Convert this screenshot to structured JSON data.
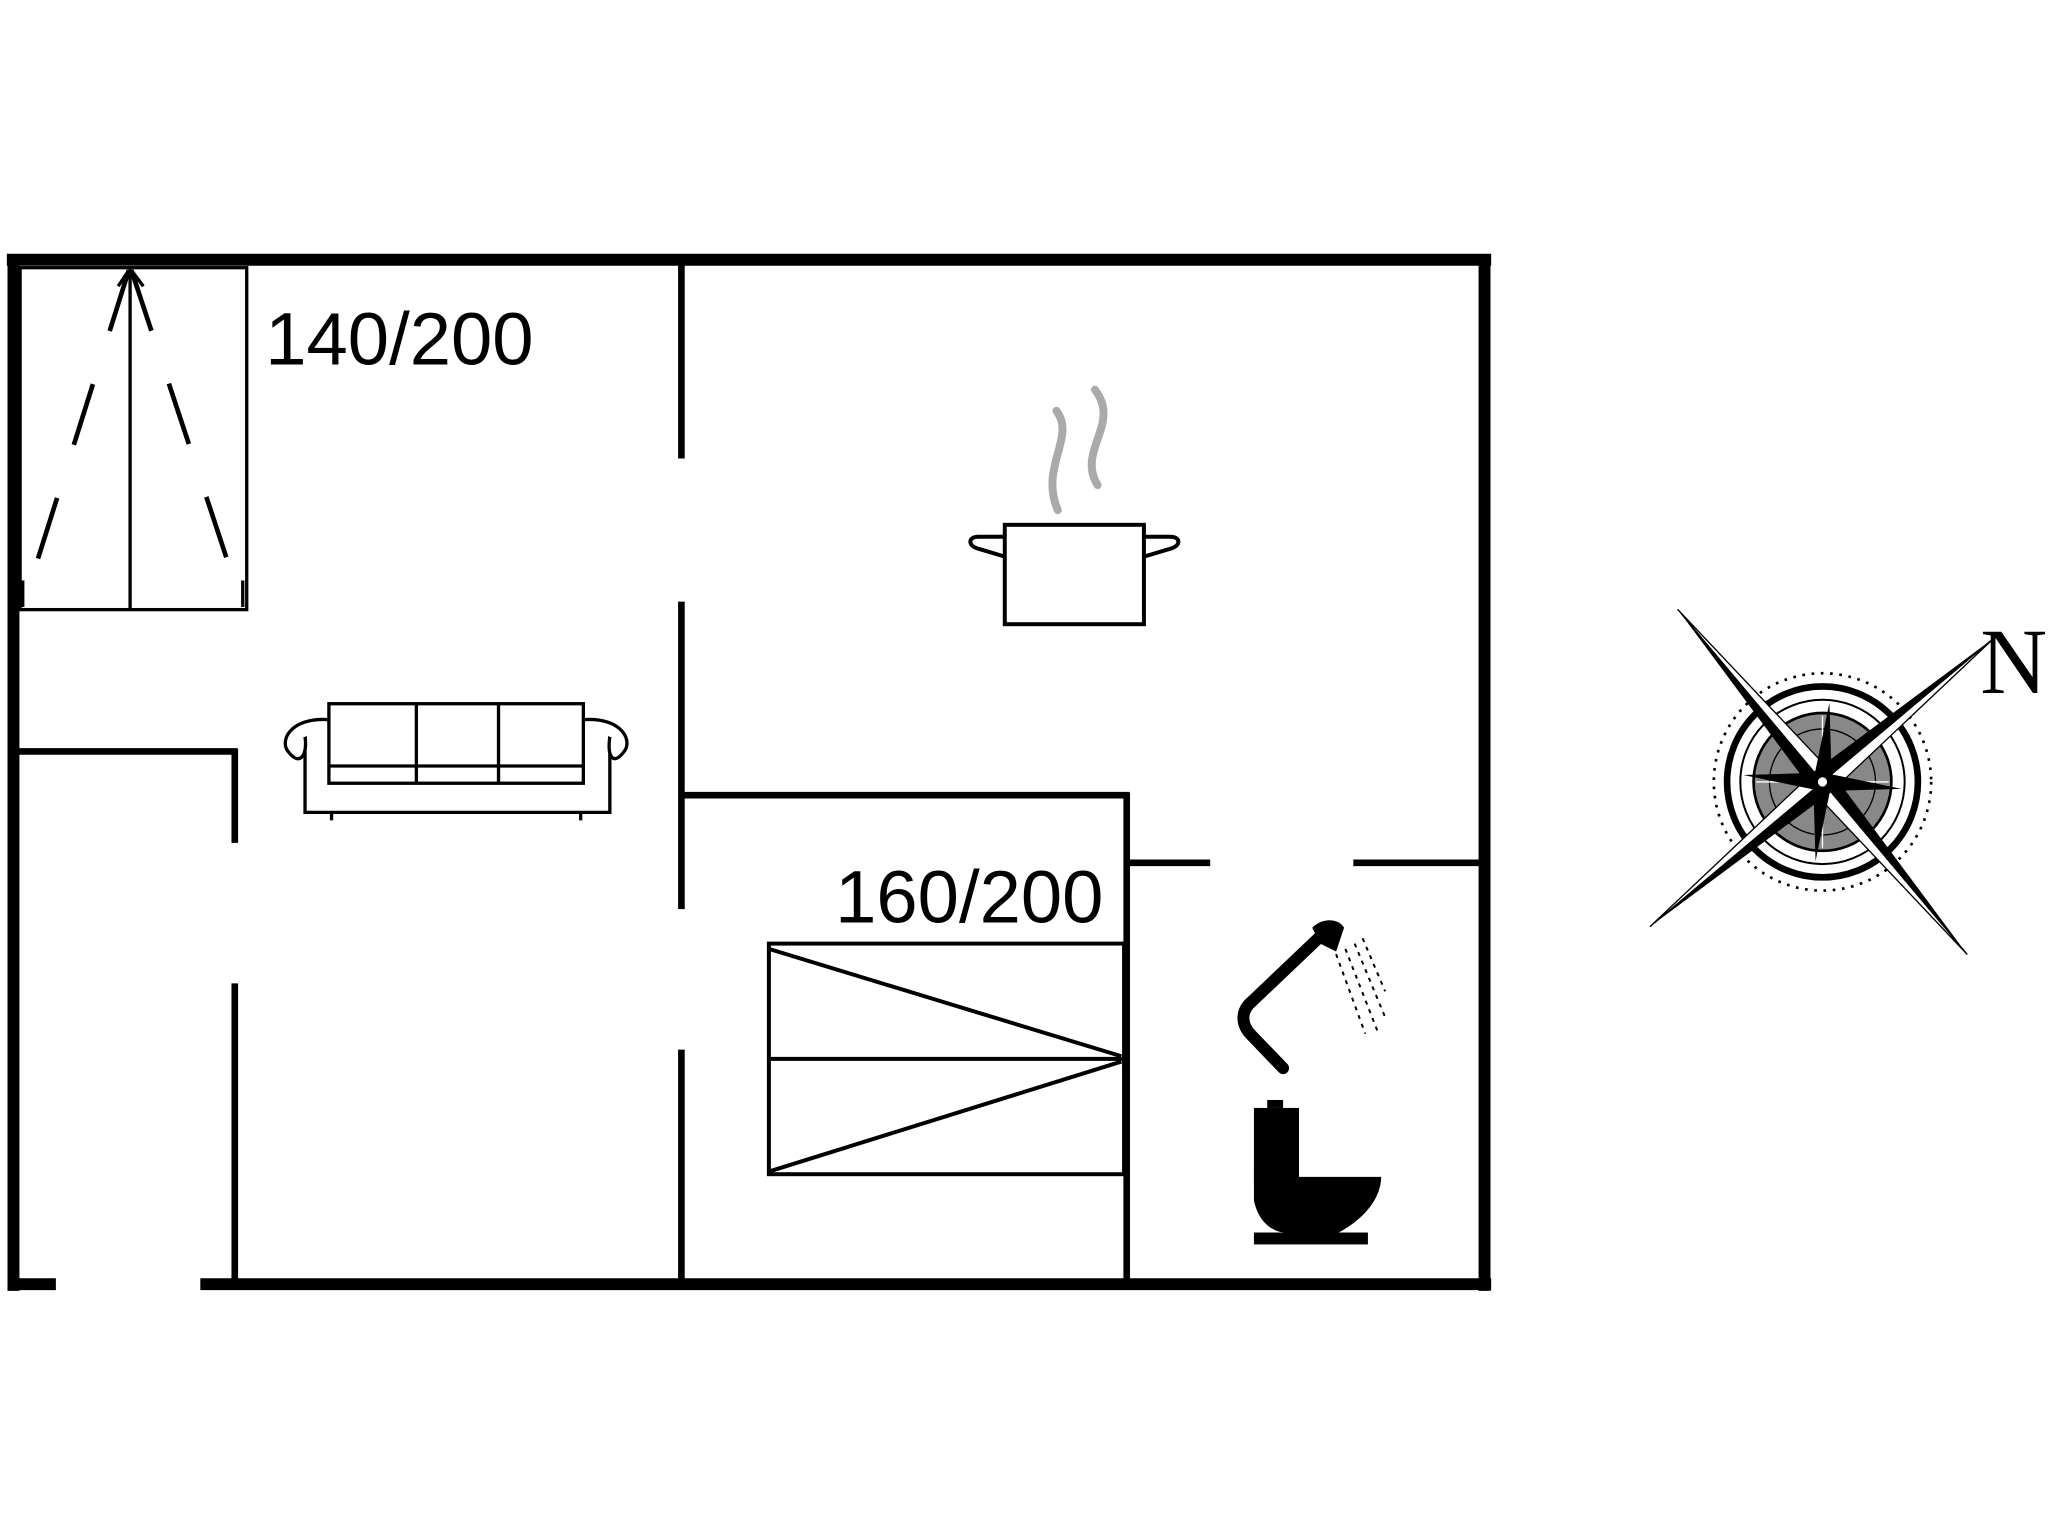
{
  "floor_plan": {
    "bed_labels": [
      "140/200",
      "160/200"
    ],
    "compass": {
      "north_label": "N"
    },
    "icons": [
      "bunk-bed-icon",
      "sofa-icon",
      "cooking-pot-icon",
      "double-bed-icon",
      "shower-icon",
      "toilet-icon",
      "compass-rose-icon"
    ]
  },
  "colors": {
    "wall": "#000000",
    "steam": "#aaaaaa",
    "background": "#ffffff"
  }
}
